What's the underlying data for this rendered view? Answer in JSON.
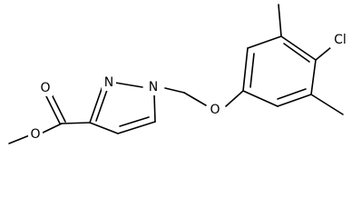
{
  "molecule": {
    "atoms": {
      "o_carbonyl": "O",
      "o_ester": "O",
      "n2": "N",
      "n1": "N",
      "o_ether": "O",
      "cl": "Cl"
    },
    "colors": {
      "bond": "#000000",
      "label": "#000000",
      "background": "#ffffff"
    }
  }
}
